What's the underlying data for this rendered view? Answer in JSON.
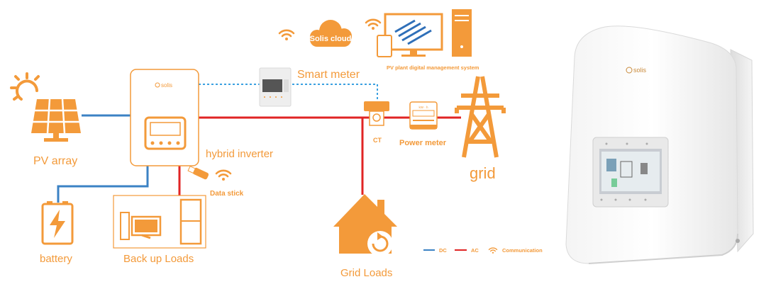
{
  "labels": {
    "pv_array": "PV array",
    "battery": "battery",
    "backup_loads": "Back up Loads",
    "hybrid_inverter": "hybrid inverter",
    "data_stick": "Data stick",
    "smart_meter": "Smart meter",
    "solis_cloud": "Solis cloud",
    "pv_plant_system": "PV plant digital management system",
    "ct": "CT",
    "power_meter": "Power meter",
    "power_meter_unit": "kW · h",
    "grid": "grid",
    "grid_loads": "Grid Loads",
    "inverter_logo": "solis",
    "product_logo": "solis"
  },
  "legend": [
    {
      "label": "DC",
      "color": "#3b82c4",
      "kind": "line"
    },
    {
      "label": "AC",
      "color": "#e02424",
      "kind": "line"
    },
    {
      "label": "Communication",
      "color": "#f39a3a",
      "kind": "wifi-icon"
    }
  ],
  "colors": {
    "accent": "#f39a3a",
    "dc": "#3b82c4",
    "ac": "#e02424",
    "comm": "#3aa0e0"
  }
}
